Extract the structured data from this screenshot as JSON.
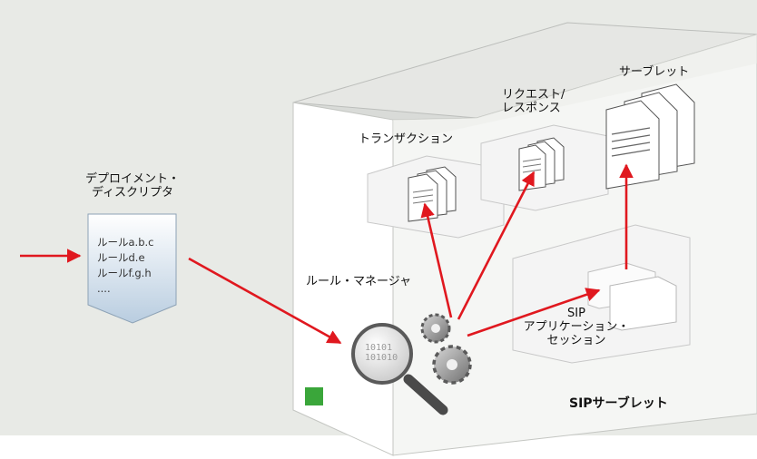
{
  "labels": {
    "deployment_descriptor": [
      "デプロイメント・",
      "ディスクリプタ"
    ],
    "transaction": "トランザクション",
    "request_response": [
      "リクエスト/",
      "レスポンス"
    ],
    "servlet": "サーブレット",
    "rule_manager": "ルール・マネージャ",
    "sip_session": [
      "SIP",
      "アプリケーション・",
      "セッション"
    ],
    "sip_servlet": "SIPサーブレット"
  },
  "descriptor_rules": [
    "ルールa.b.c",
    "ルールd.e",
    "ルールf.g.h",
    "...."
  ],
  "magnifier_binary": [
    "10101",
    "101010"
  ],
  "colors": {
    "background": "#e8eae6",
    "arrow": "#e0181f",
    "status_light": "#3aa63a",
    "descriptor_fill": "#cad8e6"
  }
}
